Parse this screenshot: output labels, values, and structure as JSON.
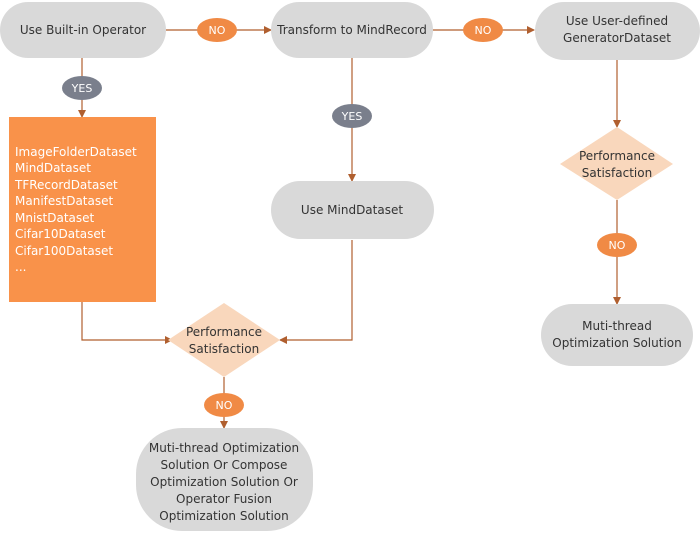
{
  "nodes": {
    "builtin": "Use Built-in Operator",
    "transform": "Transform to MindRecord",
    "user_defined": [
      "Use User-defined",
      "GeneratorDataset"
    ],
    "use_mind": "Use MindDataset",
    "perf_right": [
      "Performance",
      "Satisfaction"
    ],
    "perf_left": [
      "Performance",
      "Satisfaction"
    ],
    "multi_right": [
      "Muti-thread",
      "Optimization Solution"
    ],
    "multi_left": [
      "Muti-thread Optimization",
      "Solution Or Compose",
      "Optimization Solution Or",
      "Operator Fusion",
      "Optimization Solution"
    ]
  },
  "dataset_list": [
    "ImageFolderDataset",
    "MindDataset",
    "TFRecordDataset",
    "ManifestDataset",
    "MnistDataset",
    "Cifar10Dataset",
    "Cifar100Dataset",
    "..."
  ],
  "labels": {
    "no": "NO",
    "yes": "YES"
  },
  "colors": {
    "box_gray": "#d9d9d9",
    "list_orange": "#f9924a",
    "diamond_peach": "#f9d7bc",
    "no_pill": "#f08a45",
    "yes_pill": "#7a7f8c",
    "connector": "#b05f2f"
  }
}
